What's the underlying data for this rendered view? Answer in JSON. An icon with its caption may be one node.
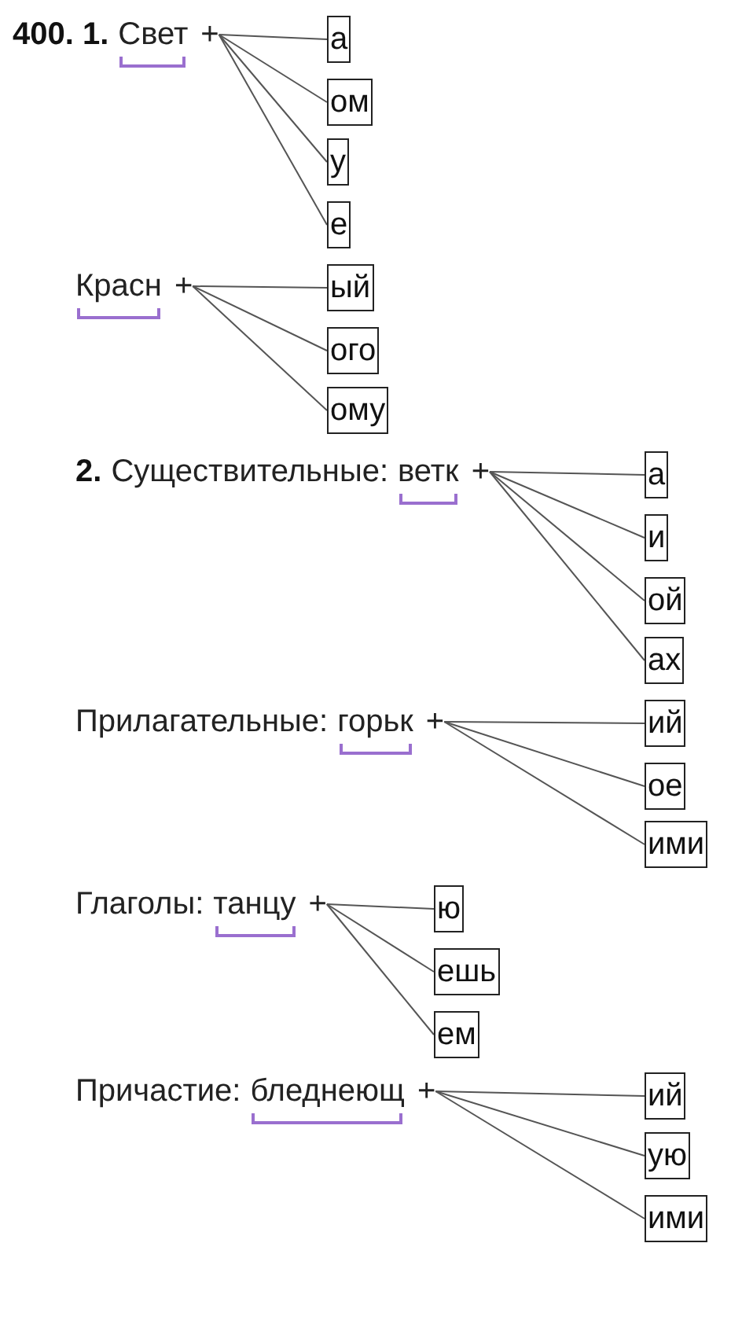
{
  "diagram": {
    "nodes": [
      {
        "text": [
          "Свет",
          "+"
        ]
      },
      {
        "text": [
          "а"
        ]
      },
      {
        "text": [
          "ом"
        ]
      },
      {
        "text": [
          "у"
        ]
      },
      {
        "text": [
          "е"
        ]
      },
      {
        "text": [
          "Красн",
          "+"
        ]
      },
      {
        "text": [
          "ый"
        ]
      },
      {
        "text": [
          "ого"
        ]
      },
      {
        "text": [
          "ому"
        ]
      },
      {
        "text": [
          "ветк",
          "+"
        ]
      },
      {
        "text": [
          "а"
        ]
      },
      {
        "text": [
          "и"
        ]
      },
      {
        "text": [
          "ой"
        ]
      },
      {
        "text": [
          "ах"
        ]
      },
      {
        "text": [
          "горьк",
          "+"
        ]
      },
      {
        "text": [
          "ий"
        ]
      },
      {
        "text": [
          "ое"
        ]
      },
      {
        "text": [
          "ими"
        ]
      },
      {
        "text": [
          "танцу",
          "+"
        ]
      },
      {
        "text": [
          "ю"
        ]
      },
      {
        "text": [
          "ешь"
        ]
      },
      {
        "text": [
          "ем"
        ]
      },
      {
        "text": [
          "бледнеющ",
          "+"
        ]
      },
      {
        "text": [
          "ий"
        ]
      },
      {
        "text": [
          "ую"
        ]
      },
      {
        "text": [
          "ими"
        ]
      }
    ],
    "edges": [
      {
        "from": 0,
        "to": 1,
        "arrow": "none"
      },
      {
        "from": 0,
        "to": 2,
        "arrow": "none"
      },
      {
        "from": 0,
        "to": 3,
        "arrow": "none"
      },
      {
        "from": 0,
        "to": 4,
        "arrow": "none"
      },
      {
        "from": 5,
        "to": 6,
        "arrow": "none"
      },
      {
        "from": 5,
        "to": 7,
        "arrow": "none"
      },
      {
        "from": 5,
        "to": 8,
        "arrow": "none"
      },
      {
        "from": 9,
        "to": 10,
        "arrow": "none"
      },
      {
        "from": 9,
        "to": 11,
        "arrow": "none"
      },
      {
        "from": 9,
        "to": 12,
        "arrow": "none"
      },
      {
        "from": 9,
        "to": 13,
        "arrow": "none"
      },
      {
        "from": 14,
        "to": 15,
        "arrow": "none"
      },
      {
        "from": 14,
        "to": 16,
        "arrow": "none"
      },
      {
        "from": 14,
        "to": 17,
        "arrow": "none"
      },
      {
        "from": 18,
        "to": 19,
        "arrow": "none"
      },
      {
        "from": 18,
        "to": 20,
        "arrow": "none"
      },
      {
        "from": 18,
        "to": 21,
        "arrow": "none"
      },
      {
        "from": 22,
        "to": 23,
        "arrow": "none"
      },
      {
        "from": 22,
        "to": 24,
        "arrow": "none"
      },
      {
        "from": 22,
        "to": 25,
        "arrow": "none"
      }
    ],
    "labels": [
      "400. 1.",
      "2.",
      "Существительные:",
      "Прилагательные:",
      "Глаголы:",
      "Причастие:"
    ]
  }
}
